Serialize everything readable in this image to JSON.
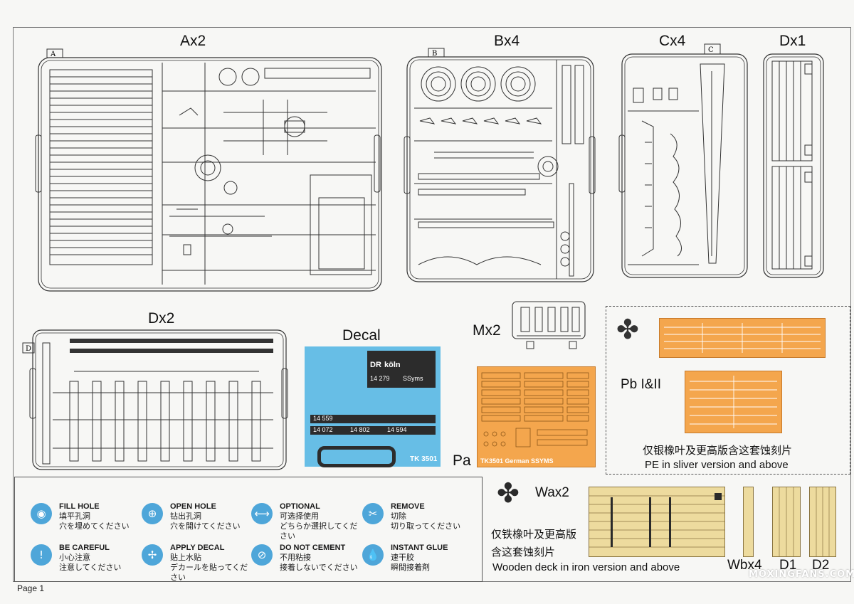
{
  "sprues": {
    "a_label": "Ax2",
    "b_label": "Bx4",
    "c_label": "Cx4",
    "d1_label": "Dx1",
    "d2_label": "Dx2",
    "m_label": "Mx2"
  },
  "decal": {
    "label": "Decal",
    "codes": [
      "DR",
      "köln",
      "14 279",
      "SSyms",
      "14 559",
      "14 072",
      "14 802",
      "14 594"
    ],
    "maker": "TK 3501"
  },
  "pe": {
    "pa_label": "Pa",
    "pb_label": "Pb I&II",
    "pa_footer": "TK3501 German SSYMS",
    "silver_cn": "仅银橡叶及更高版含这套蚀刻片",
    "silver_en": "PE in sliver version and above"
  },
  "wood": {
    "wa_label": "Wax2",
    "wb_label": "Wbx4",
    "d1_label": "D1",
    "d2_label": "D2",
    "iron_cn_1": "仅铁橡叶及更高版",
    "iron_cn_2": "含这套蚀刻片",
    "iron_en": "Wooden deck in iron version and above"
  },
  "legend": [
    {
      "icon": "fill-hole-icon",
      "en": "FILL HOLE",
      "cn": "填平孔洞",
      "jp": "穴を埋めてください"
    },
    {
      "icon": "open-hole-icon",
      "en": "OPEN HOLE",
      "cn": "钻出孔洞",
      "jp": "穴を開けてください"
    },
    {
      "icon": "optional-icon",
      "en": "OPTIONAL",
      "cn": "可选择使用",
      "jp": "どちらか選択してくだ",
      "jp2": "さい"
    },
    {
      "icon": "remove-icon",
      "en": "REMOVE",
      "cn": "切除",
      "jp": "切り取ってください"
    },
    {
      "icon": "be-careful-icon",
      "en": "BE CAREFUL",
      "cn": "小心注意",
      "jp": "注意してください"
    },
    {
      "icon": "apply-decal-icon",
      "en": "APPLY DECAL",
      "cn": "贴上水贴",
      "jp": "デカールを貼ってくだ",
      "jp2": "さい"
    },
    {
      "icon": "do-not-cement-icon",
      "en": "DO NOT CEMENT",
      "cn": "不用粘接",
      "jp": "接着しないでください"
    },
    {
      "icon": "instant-glue-icon",
      "en": "INSTANT GLUE",
      "cn": "速干胶",
      "jp": "瞬間接着剤"
    }
  ],
  "legend_glyphs": [
    "◉",
    "⊕",
    "⟷",
    "✂",
    "!",
    "✢",
    "⊘",
    "💧"
  ],
  "page_label": "Page 1",
  "watermark": "MOXINGFANS.COM"
}
